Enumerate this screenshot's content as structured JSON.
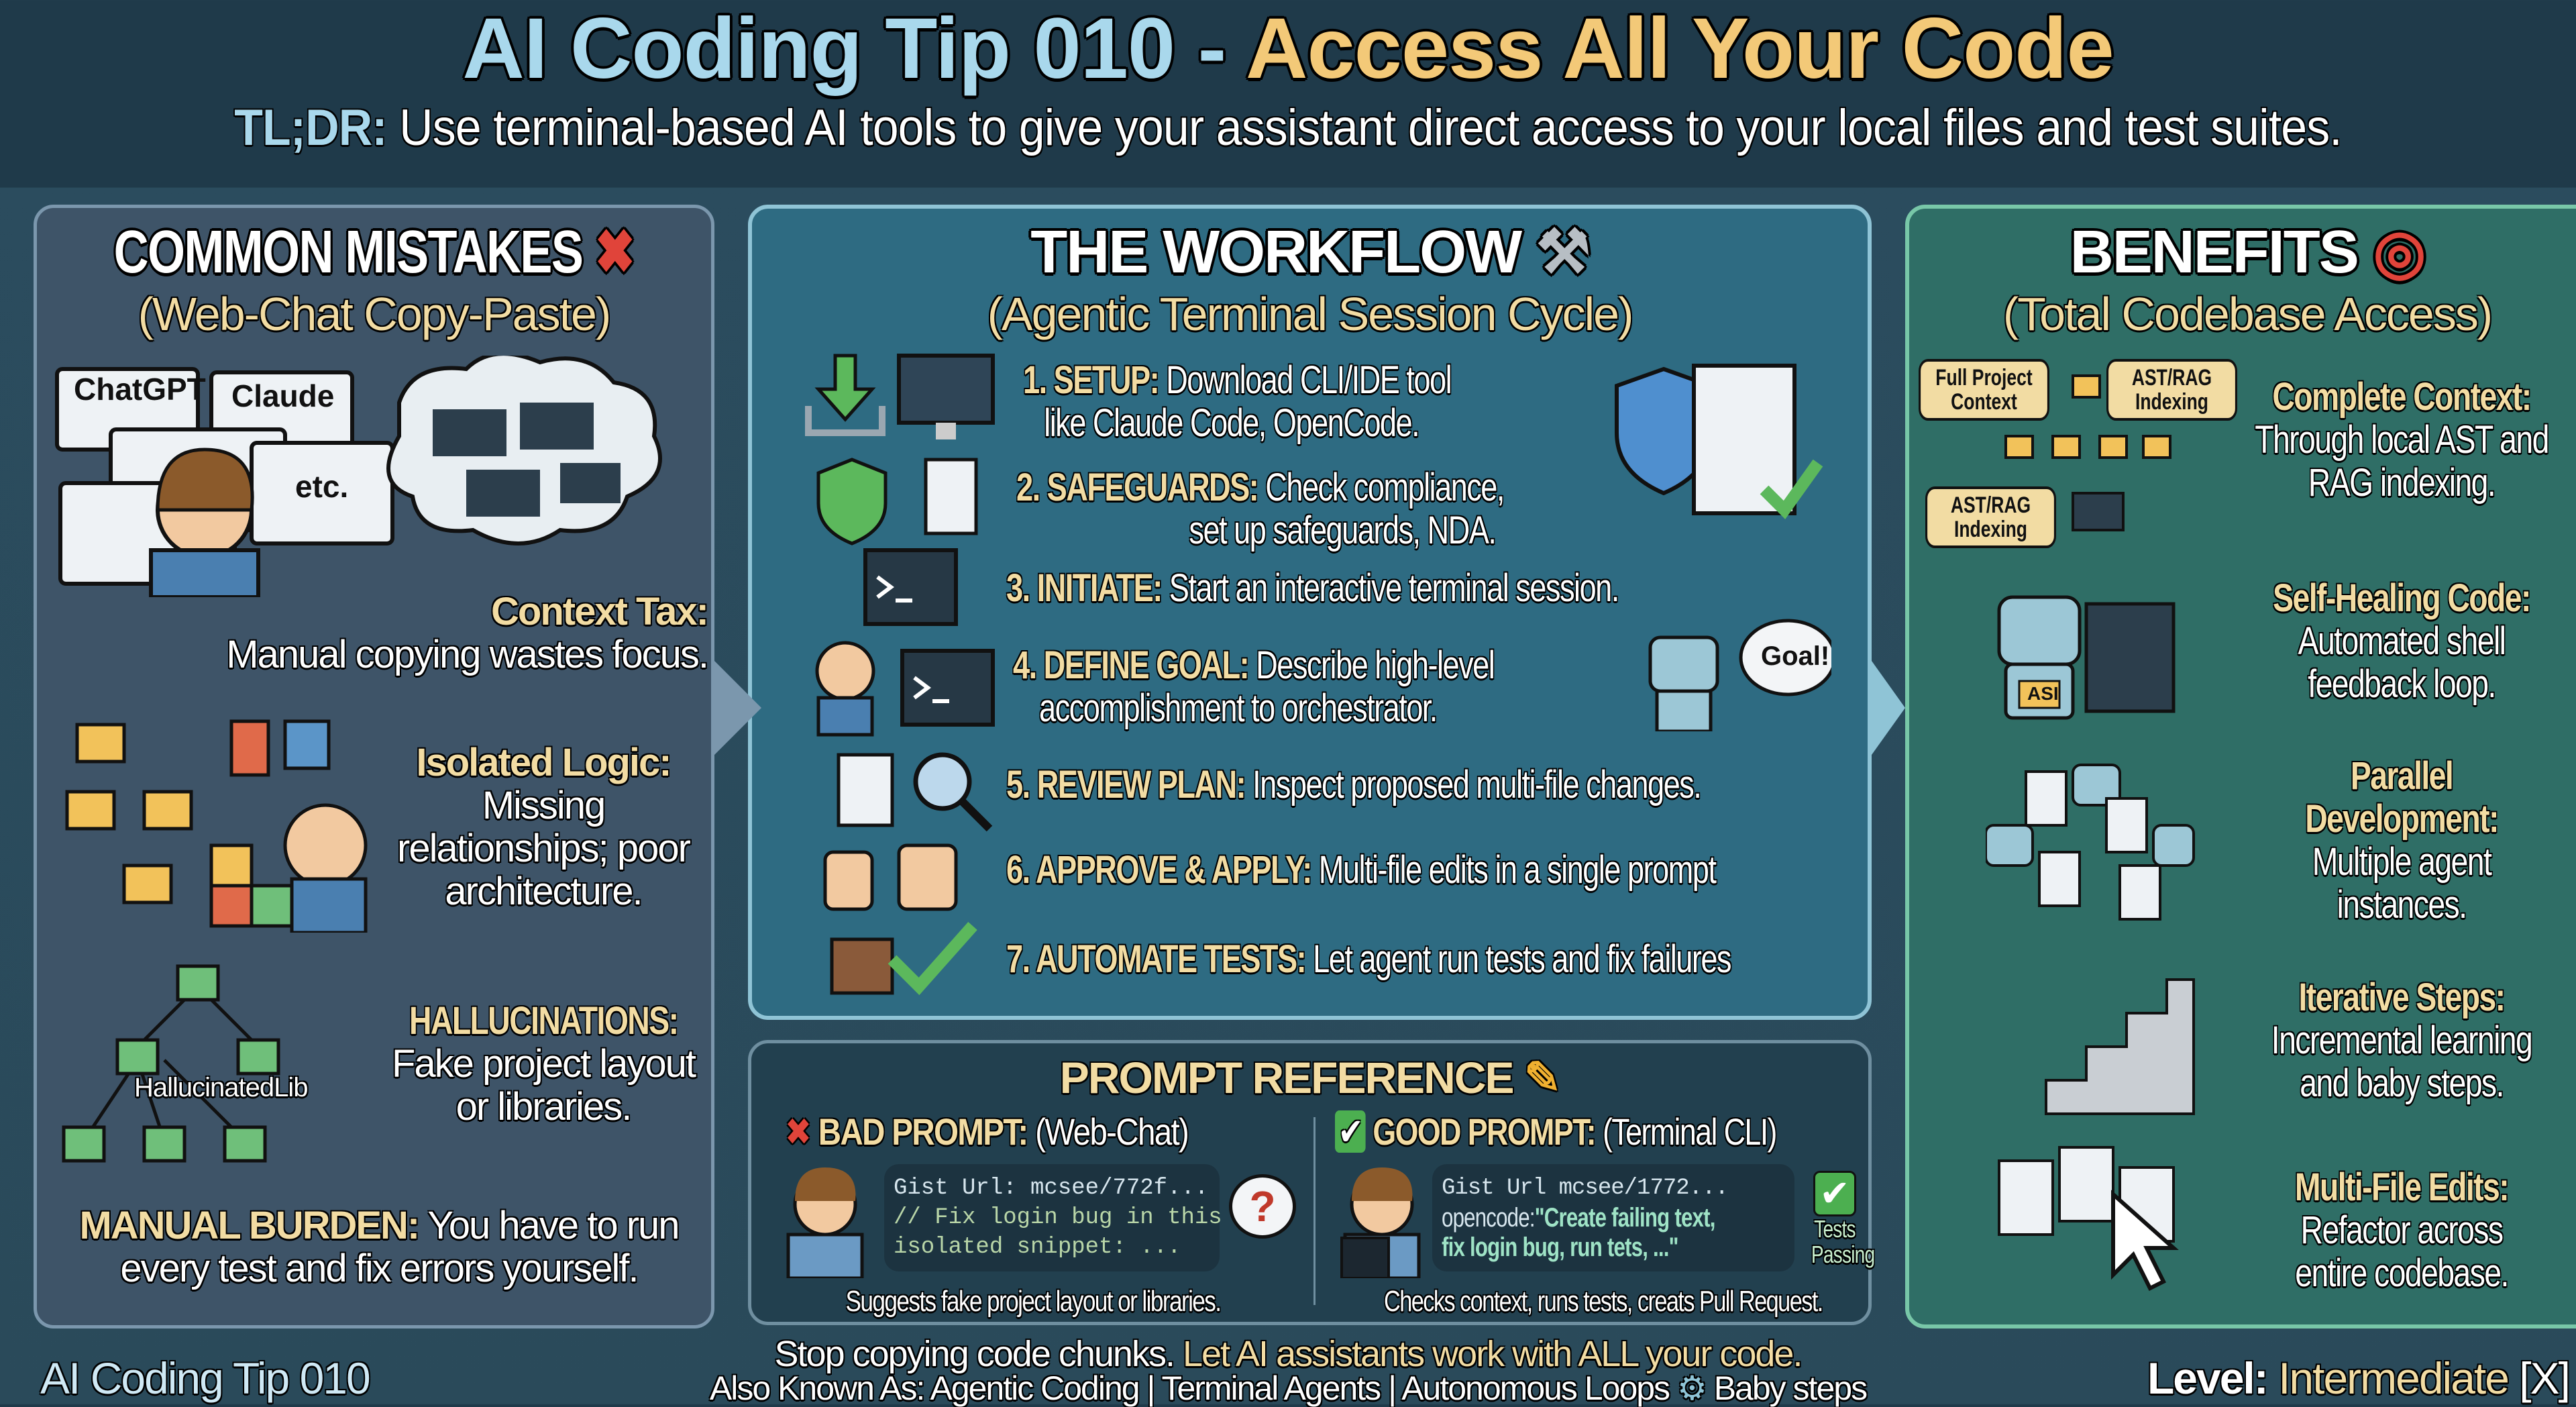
{
  "header": {
    "title_prefix": "AI Coding Tip 010 - ",
    "title_highlight": "Access All Your Code",
    "tldr_label": "TL;DR:",
    "tldr_text": " Use terminal-based AI tools to give your assistant direct access to your local files and test suites."
  },
  "mistakes": {
    "title": "COMMON MISTAKES",
    "title_icon": "red-x-icon",
    "subtitle": "(Web-Chat Copy-Paste)",
    "browser_tabs": [
      "ChatGPT",
      "Claude",
      "etc."
    ],
    "items": [
      {
        "label": "Context Tax:",
        "text": "Manual copying wastes focus."
      },
      {
        "label": "Isolated Logic:",
        "text": "Missing relationships; poor architecture."
      },
      {
        "label": "HALLUCINATIONS:",
        "text": "Fake project layout or libraries."
      },
      {
        "label": "MANUAL BURDEN:",
        "text": "You have to run every test and fix errors yourself."
      }
    ],
    "fake_lib_label": "HallucinatedLib"
  },
  "workflow": {
    "title": "THE WORKFLOW",
    "title_icon": "hammer-wrench-icon",
    "subtitle": "(Agentic Terminal Session Cycle)",
    "steps": [
      {
        "label": "1. SETUP:",
        "text": "Download CLI/IDE tool",
        "text2": "like Claude Code, OpenCode."
      },
      {
        "label": "2. SAFEGUARDS:",
        "text": "Check compliance,",
        "text2": "set up safeguards, NDA."
      },
      {
        "label": "3. INITIATE:",
        "text": "Start an interactive terminal session."
      },
      {
        "label": "4. DEFINE GOAL:",
        "text": "Describe high-level",
        "text2": "accomplishment to orchestrator."
      },
      {
        "label": "5. REVIEW PLAN:",
        "text": "Inspect proposed multi-file changes."
      },
      {
        "label": "6. APPROVE & APPLY:",
        "text": "Multi-file edits in a single prompt"
      },
      {
        "label": "7. AUTOMATE TESTS:",
        "text": "Let agent run tests and fix failures"
      }
    ],
    "goal_bubble": "Goal!"
  },
  "prompt_ref": {
    "title": "PROMPT REFERENCE",
    "title_icon": "notepad-pencil-icon",
    "bad": {
      "label": "BAD PROMPT:",
      "context": "(Web-Chat)",
      "code": [
        "Gist Url: mcsee/772f...",
        "// Fix login bug in this",
        "isolated snippet: ..."
      ],
      "caption": "Suggests fake project layout or libraries.",
      "bubble": "?"
    },
    "good": {
      "label": "GOOD PROMPT:",
      "context": "(Terminal CLI)",
      "code_line1": "Gist Url mcsee/1772...",
      "code_prefix": "opencode:",
      "code_quote": "\"Create failing text,",
      "code_quote2": "fix login bug, run tets, ...\"",
      "badge": "Tests Passing",
      "caption": "Checks context, runs tests, creats Pull Request."
    }
  },
  "benefits": {
    "title": "BENEFITS",
    "title_icon": "target-icon",
    "subtitle": "(Total Codebase Access)",
    "callouts": [
      "Full Project Context",
      "AST/RAG Indexing",
      "AST/RAG Indexing"
    ],
    "robot_badge": "ASI",
    "items": [
      {
        "label": "Complete Context:",
        "text": "Through local AST and RAG indexing."
      },
      {
        "label": "Self-Healing Code:",
        "text": "Automated shell feedback loop."
      },
      {
        "label": "Parallel Development:",
        "text": "Multiple agent instances."
      },
      {
        "label": "Iterative Steps:",
        "text": "Incremental learning and baby steps."
      },
      {
        "label": "Multi-File Edits:",
        "text": "Refactor across entire codebase."
      }
    ]
  },
  "footer": {
    "left": "AI Coding Tip 010",
    "line1_a": "Stop copying code chunks. ",
    "line1_b": "Let AI assistants work with ALL your code.",
    "line2": "Also Known As: Agentic Coding | Terminal Agents | Autonomous Loops",
    "line2_tail": "Baby steps",
    "level_label": "Level:",
    "level_value": "Intermediate",
    "level_icon": "[X]"
  },
  "colors": {
    "accent_gold": "#f2dca3",
    "title_blue": "#a9d8ec",
    "left_panel": "#3e5468",
    "mid_panel": "#2e6b82",
    "right_panel": "#2f6e66",
    "good_green": "#4caf50",
    "bad_red": "#e0443a"
  }
}
